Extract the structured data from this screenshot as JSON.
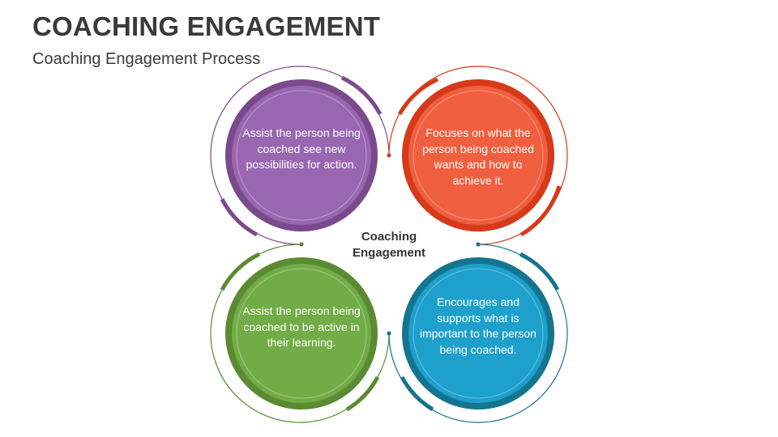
{
  "header": {
    "title": "COACHING ENGAGEMENT",
    "subtitle": "Coaching Engagement Process"
  },
  "center": {
    "line1": "Coaching",
    "line2": "Engagement"
  },
  "colors": {
    "purple": "#7a4a8c",
    "purple_inner": "#9966b0",
    "red": "#d63a1a",
    "red_inner": "#f06040",
    "green": "#5a8a32",
    "green_inner": "#72ac46",
    "blue": "#157490",
    "blue_inner": "#1ea0cc"
  },
  "circles": [
    {
      "position": "top-left",
      "color": "purple",
      "text": "Assist the person being coached see new possibilities for action."
    },
    {
      "position": "top-right",
      "color": "red",
      "text": "Focuses on what the person being coached wants and how to achieve it."
    },
    {
      "position": "bottom-left",
      "color": "green",
      "text": "Assist the person being coached to be active in their learning."
    },
    {
      "position": "bottom-right",
      "color": "blue",
      "text": "Encourages and supports what is important to the person being coached."
    }
  ]
}
